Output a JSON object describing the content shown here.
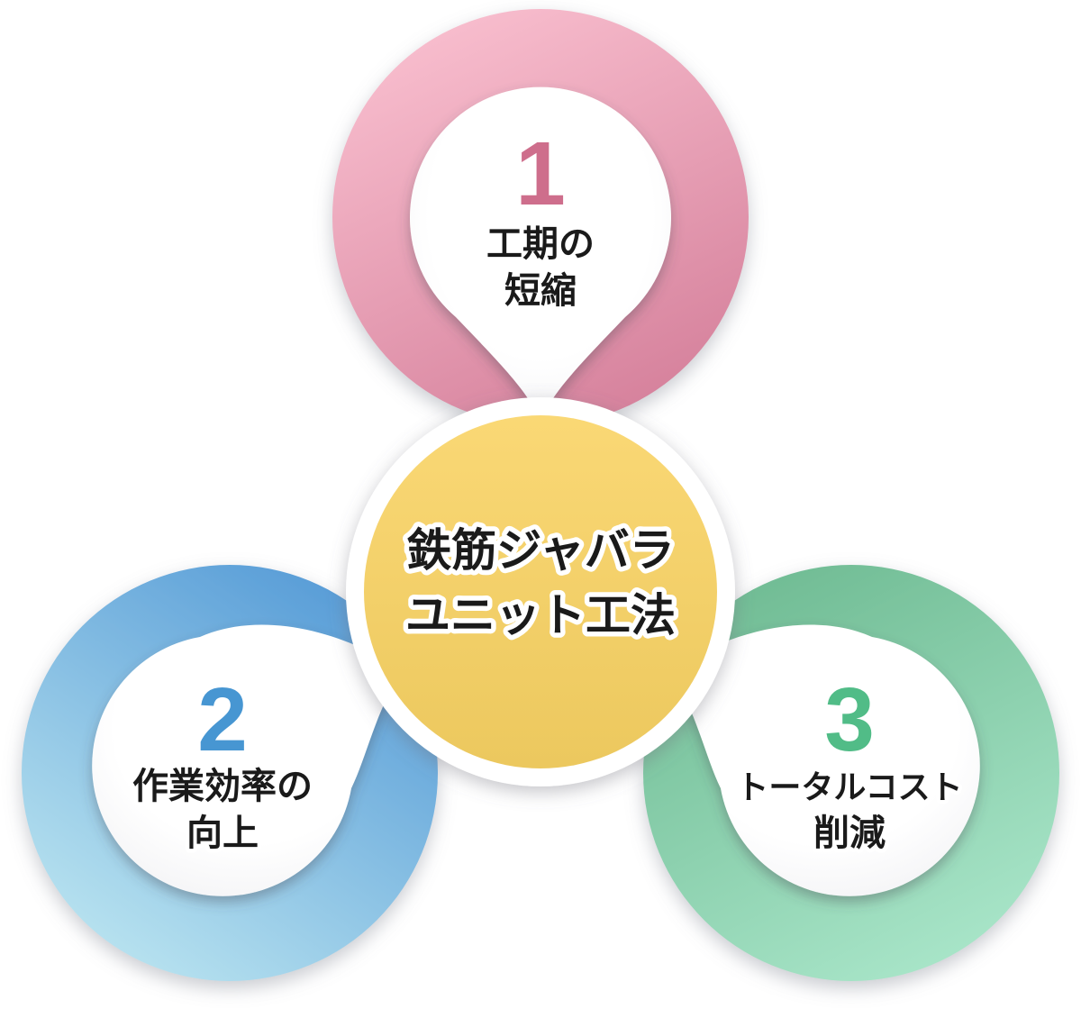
{
  "background": "#FFFFFF",
  "text_color": "#1A1A1A",
  "center": {
    "line1": "鉄筋ジャバラ",
    "line2": "ユニット工法",
    "fill_light": "#FAD875",
    "fill_dark": "#ECC85E",
    "ring_color": "#FFFFFF"
  },
  "items": [
    {
      "number": "1",
      "label_line1": "工期の",
      "label_line2": "短縮",
      "number_color": "#CE6E8C",
      "ring_light": "#F9BFCF",
      "ring_dark": "#D5809B",
      "position": "top"
    },
    {
      "number": "2",
      "label_line1": "作業効率の",
      "label_line2": "向上",
      "number_color": "#4796D2",
      "ring_light": "#BAE4F0",
      "ring_dark": "#579CD7",
      "position": "bottom-left"
    },
    {
      "number": "3",
      "label_line1": "トータルコスト",
      "label_line2": "削減",
      "number_color": "#51BC87",
      "ring_light": "#ABE7CB",
      "ring_dark": "#6FBB93",
      "position": "bottom-right"
    }
  ]
}
